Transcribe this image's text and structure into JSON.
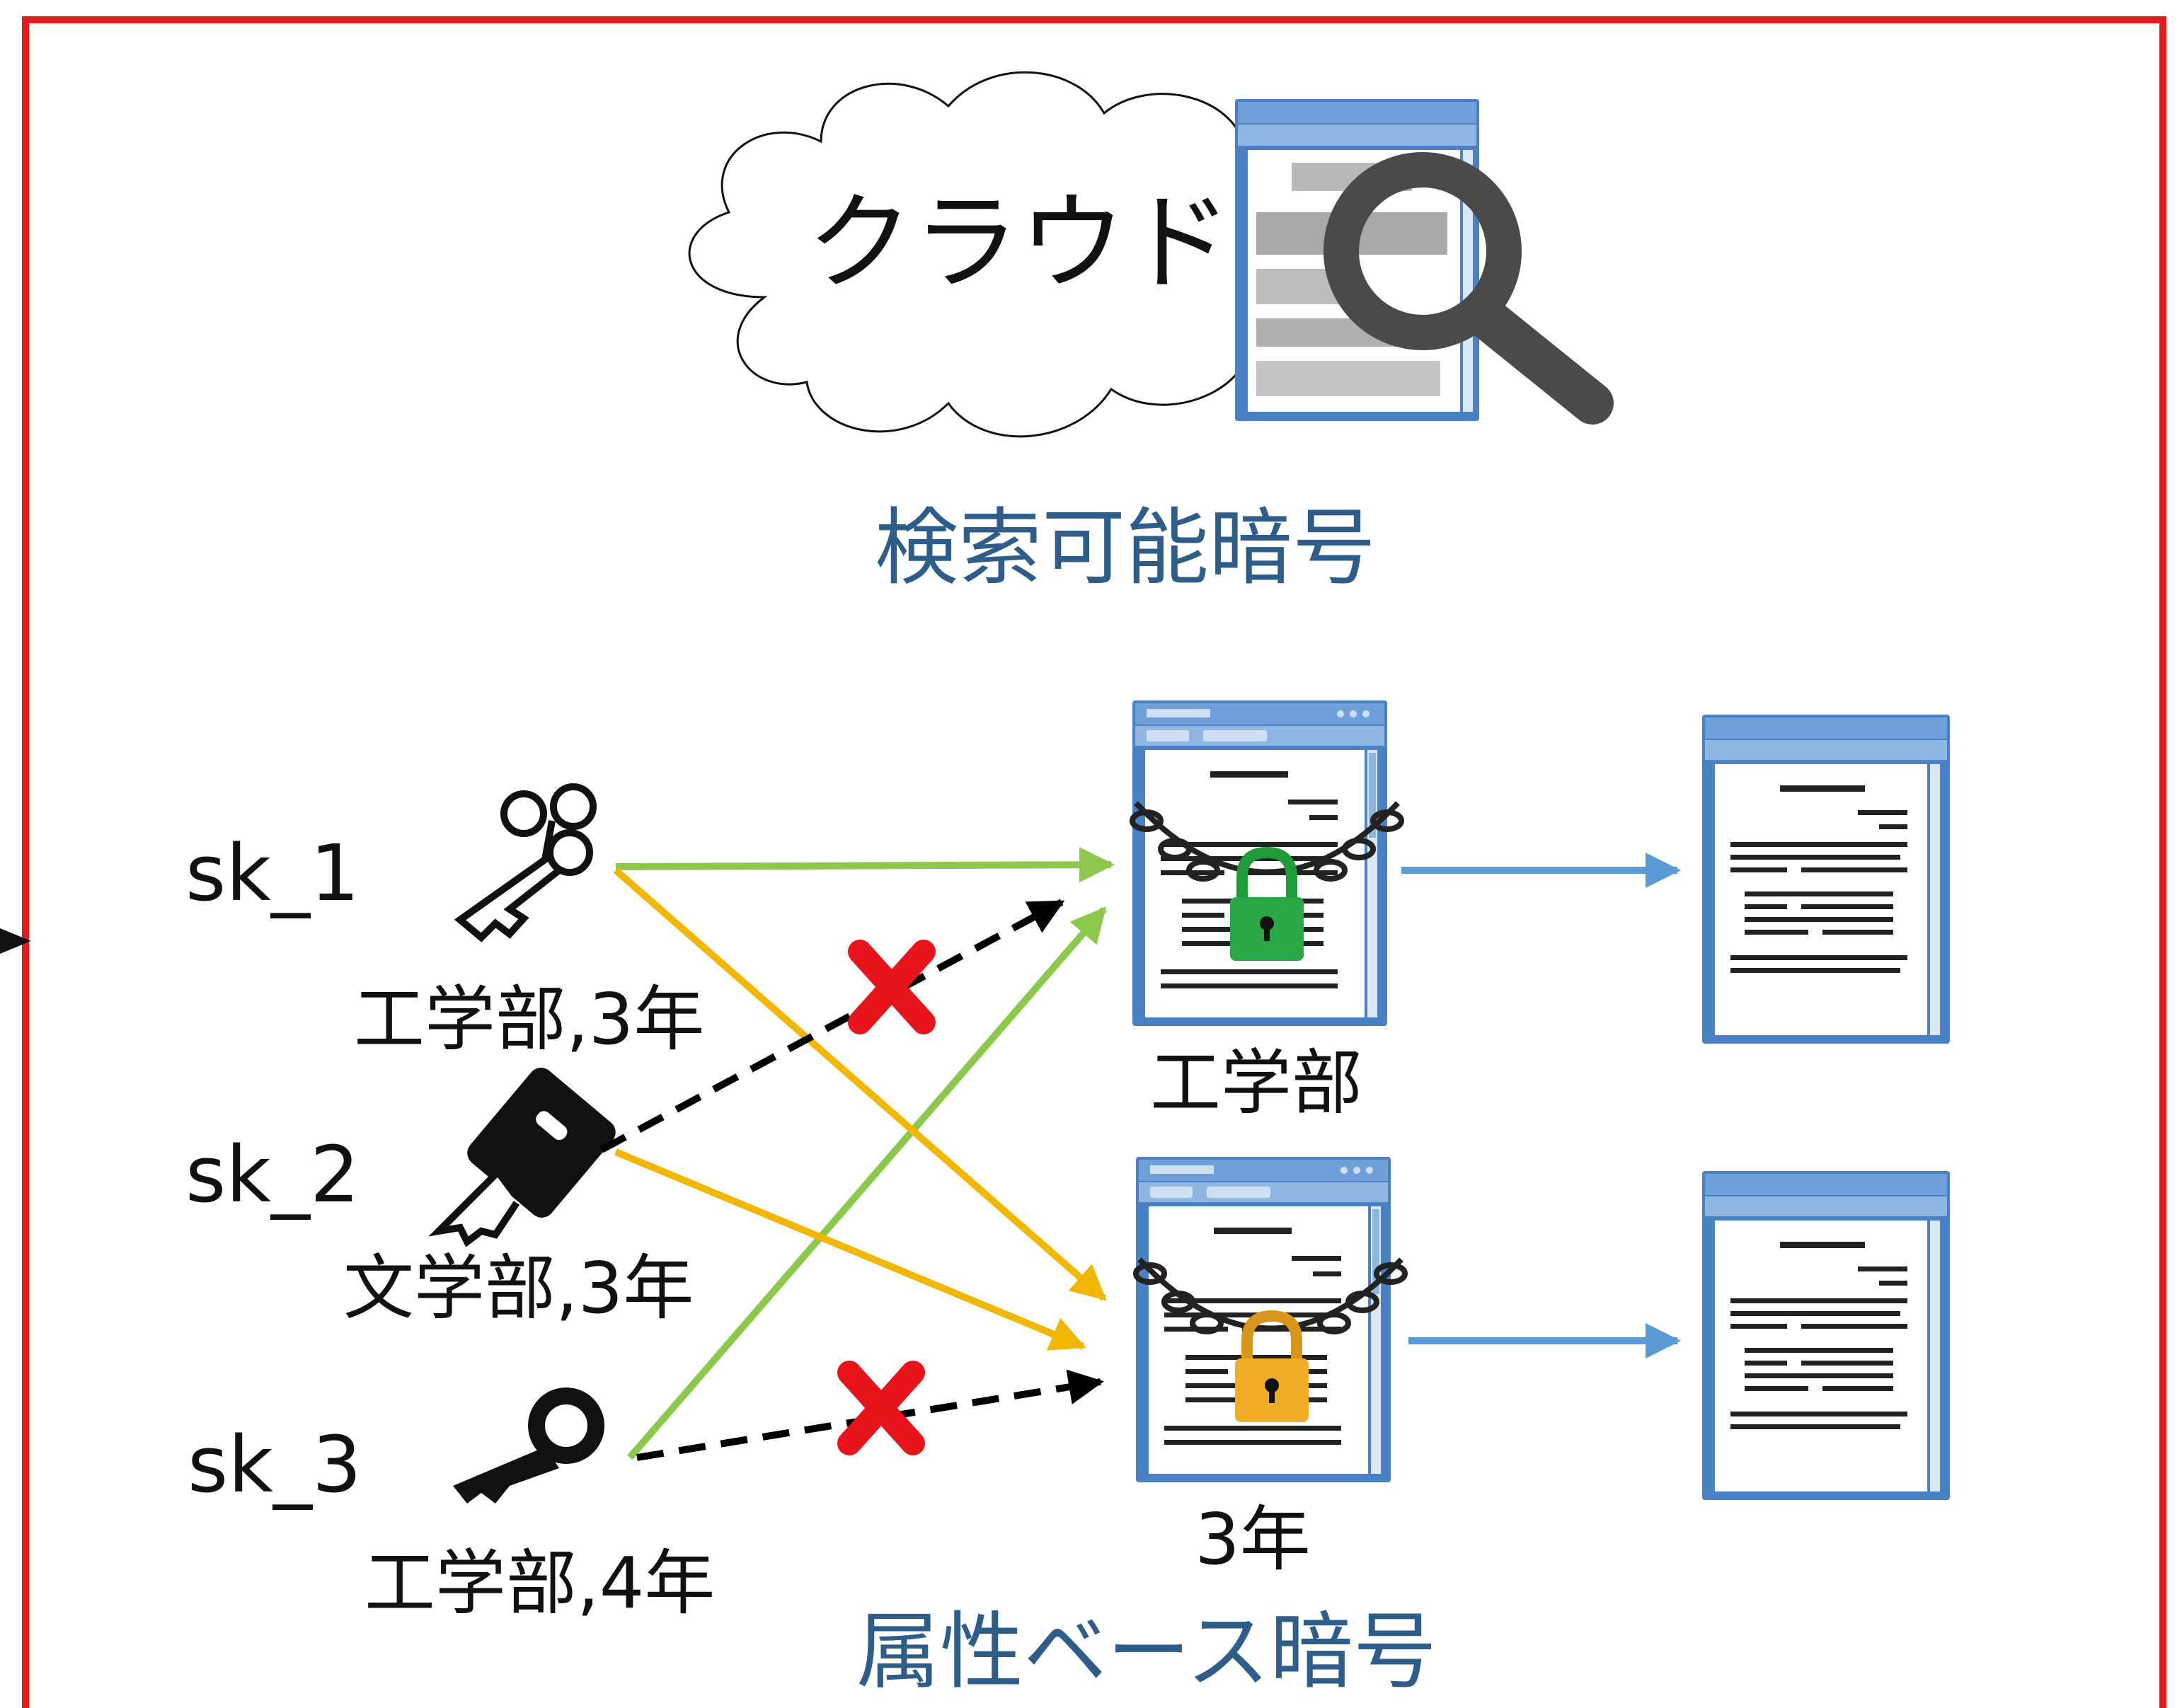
{
  "cloud": {
    "label": "クラウド"
  },
  "searchable": {
    "title": "検索可能暗号"
  },
  "abe": {
    "title": "属性ベース暗号"
  },
  "keys": [
    {
      "id": "sk_1",
      "attrs": "工学部,3年",
      "icon": "ornate-key-icon"
    },
    {
      "id": "sk_2",
      "attrs": "文学部,3年",
      "icon": "black-key-icon"
    },
    {
      "id": "sk_3",
      "attrs": "工学部,4年",
      "icon": "round-key-icon"
    }
  ],
  "locked_docs": [
    {
      "policy": "工学部",
      "lock": "green-padlock-icon"
    },
    {
      "policy": "3年",
      "lock": "orange-padlock-icon"
    }
  ],
  "colors": {
    "frame": "#e41b1b",
    "title_blue": "#2f5d8a",
    "allow_green": "#8cc84b",
    "allow_orange": "#f2b705",
    "decrypt_blue": "#5b9bd5",
    "deny_black": "#000000",
    "deny_x": "#e8141c"
  }
}
